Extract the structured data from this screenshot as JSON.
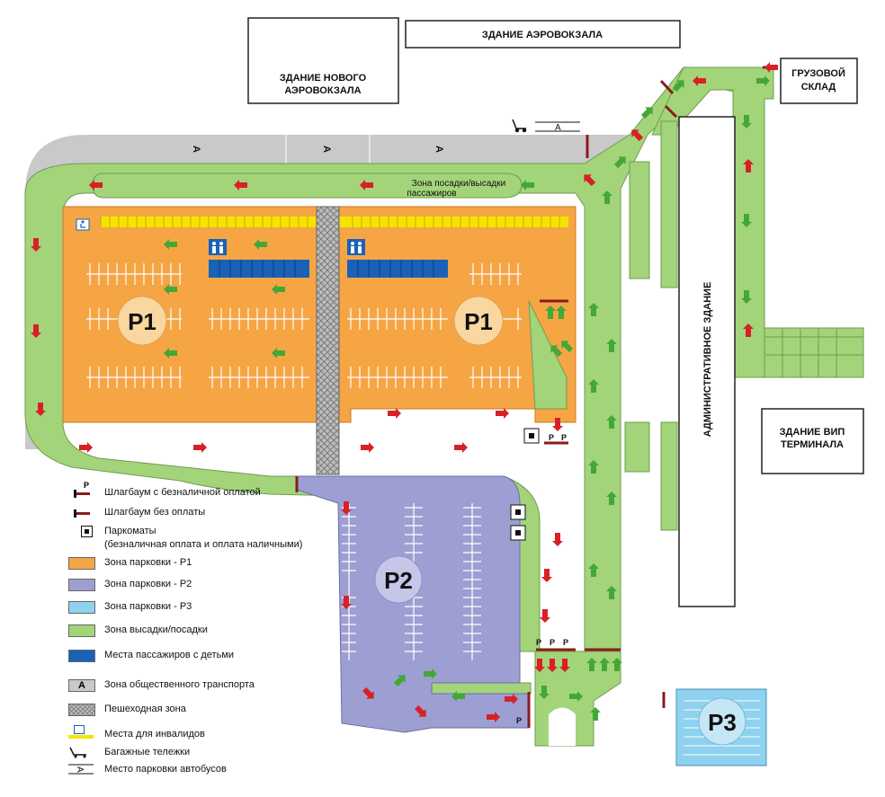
{
  "buildings": {
    "new_terminal": [
      "ЗДАНИЕ НОВОГО",
      "АЭРОВОКЗАЛА"
    ],
    "terminal": "ЗДАНИЕ АЭРОВОКЗАЛА",
    "cargo": [
      "ГРУЗОВОЙ",
      "СКЛАД"
    ],
    "admin": "АДМИНИСТРАТИВНОЕ ЗДАНИЕ",
    "vip": [
      "ЗДАНИЕ ВИП",
      "ТЕРМИНАЛА"
    ]
  },
  "dropoff_zone_label": [
    "Зона посадки/высадки",
    "пассажиров"
  ],
  "parking": {
    "p1": "P1",
    "p2": "P2",
    "p3": "P3"
  },
  "transit_mark": "A",
  "barrier_mark": "P",
  "colors": {
    "p1": "#f6a545",
    "p2": "#9d9fd2",
    "p3": "#8fd2ef",
    "dropoff": "#a3d47a",
    "road": "#c9c9c9",
    "children": "#1a62b7",
    "disabled": "#f5e400",
    "arrow_red": "#d82027",
    "arrow_green": "#43a835",
    "barrier": "#8a1c1c"
  },
  "legend": [
    {
      "icon": "barrier-paid-icon",
      "text": "Шлагбаум с безналичной оплатой"
    },
    {
      "icon": "barrier-free-icon",
      "text": "Шлагбаум без оплаты"
    },
    {
      "icon": "parking-meter-icon",
      "text": "Паркоматы"
    },
    {
      "icon": "",
      "text": "(безналичная оплата и оплата наличными)"
    },
    {
      "icon": "swatch-p1",
      "text": "Зона парковки - P1"
    },
    {
      "icon": "swatch-p2",
      "text": "Зона парковки - P2"
    },
    {
      "icon": "swatch-p3",
      "text": "Зона парковки - P3"
    },
    {
      "icon": "swatch-dropoff",
      "text": "Зона высадки/посадки"
    },
    {
      "icon": "swatch-children",
      "text": "Места пассажиров с детьми"
    },
    {
      "icon": "transit-icon",
      "text": "Зона общественного транспорта"
    },
    {
      "icon": "pedestrian-icon",
      "text": "Пешеходная зона"
    },
    {
      "icon": "disabled-icon",
      "text": "Места для инвалидов"
    },
    {
      "icon": "luggage-cart-icon",
      "text": "Багажные тележки"
    },
    {
      "icon": "bus-parking-icon",
      "text": "Место парковки автобусов"
    }
  ]
}
